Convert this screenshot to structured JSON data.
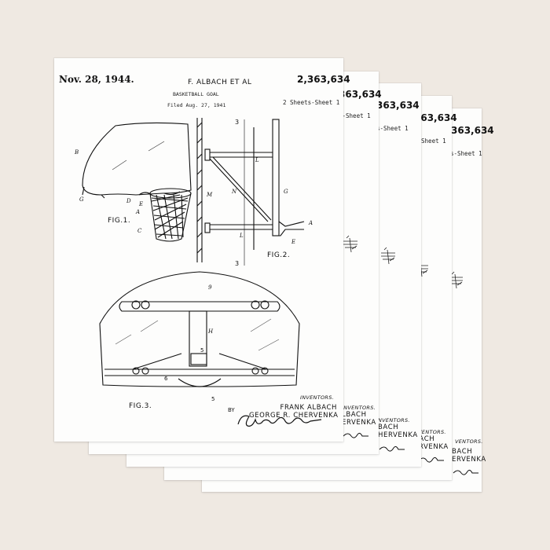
{
  "patent": {
    "date": "Nov. 28, 1944.",
    "inventor_line": "F. ALBACH ET AL",
    "title": "BASKETBALL GOAL",
    "filed": "Filed Aug. 27, 1941",
    "number": "2,363,634",
    "sheet_label": "2 Sheets-Sheet 1",
    "figures": [
      "FIG.1.",
      "FIG.2.",
      "FIG.3."
    ],
    "section_marks": [
      "3",
      "3",
      "5",
      "5"
    ],
    "inventors_heading": "INVENTORS.",
    "inventor_names": [
      "FRANK ALBACH",
      "GEORGE R. CHERVENKA"
    ],
    "by": "BY"
  },
  "back_sheets": [
    {
      "number_fragment": "363,634",
      "sheet_fragment": "s-Sheet 1",
      "inv_heading": "INVENTORS.",
      "names": [
        "LBACH",
        "ERVENKA"
      ]
    },
    {
      "number_fragment": "363,634",
      "sheet_fragment": "s-Sheet 1",
      "inv_heading": "NVENTORS.",
      "names": [
        "BACH",
        "HERVENKA"
      ]
    },
    {
      "number_fragment": "363,634",
      "sheet_fragment": "s-Sheet 1",
      "inv_heading": "NVENTORS.",
      "names": [
        "BACH",
        "ERVENKA"
      ]
    },
    {
      "number_fragment": "363,634",
      "sheet_fragment": "s-Sheet 1",
      "inv_heading": "VENTORS.",
      "names": [
        "BACH",
        "ERVENKA"
      ]
    }
  ],
  "colors": {
    "background": "#efe9e2",
    "paper": "#fdfdfc",
    "ink": "#111111"
  }
}
